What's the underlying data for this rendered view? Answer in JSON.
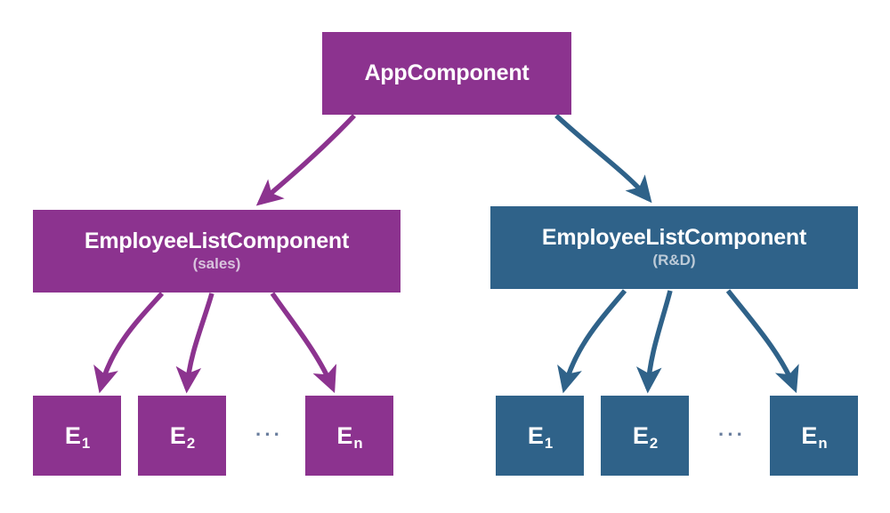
{
  "diagram": {
    "title": "Angular component tree with AppComponent and two EmployeeListComponent branches",
    "colors": {
      "purple": "#8C338F",
      "blue": "#2F6289",
      "background": "#FFFFFF",
      "label_text": "#FFFFFF",
      "sub_label_purple": "#D8C3DD",
      "sub_label_blue": "#BDCBD8",
      "ellipsis": "#6B7F9E"
    },
    "root": {
      "label": "AppComponent"
    },
    "branches": [
      {
        "id": "sales",
        "label": "EmployeeListComponent",
        "sub_label": "(sales)",
        "color": "#8C338F",
        "leaves": [
          {
            "base": "E",
            "subscript": "1"
          },
          {
            "base": "E",
            "subscript": "2"
          },
          {
            "base": "E",
            "subscript": "n"
          }
        ],
        "ellipsis": "···"
      },
      {
        "id": "rnd",
        "label": "EmployeeListComponent",
        "sub_label": "(R&D)",
        "color": "#2F6289",
        "leaves": [
          {
            "base": "E",
            "subscript": "1"
          },
          {
            "base": "E",
            "subscript": "2"
          },
          {
            "base": "E",
            "subscript": "n"
          }
        ],
        "ellipsis": "···"
      }
    ],
    "edges": [
      {
        "from": "AppComponent",
        "to": "EmployeeListComponent (sales)",
        "color": "#8C338F"
      },
      {
        "from": "AppComponent",
        "to": "EmployeeListComponent (R&D)",
        "color": "#2F6289"
      },
      {
        "from": "EmployeeListComponent (sales)",
        "to": "E1",
        "color": "#8C338F"
      },
      {
        "from": "EmployeeListComponent (sales)",
        "to": "E2",
        "color": "#8C338F"
      },
      {
        "from": "EmployeeListComponent (sales)",
        "to": "En",
        "color": "#8C338F"
      },
      {
        "from": "EmployeeListComponent (R&D)",
        "to": "E1",
        "color": "#2F6289"
      },
      {
        "from": "EmployeeListComponent (R&D)",
        "to": "E2",
        "color": "#2F6289"
      },
      {
        "from": "EmployeeListComponent (R&D)",
        "to": "En",
        "color": "#2F6289"
      }
    ]
  }
}
